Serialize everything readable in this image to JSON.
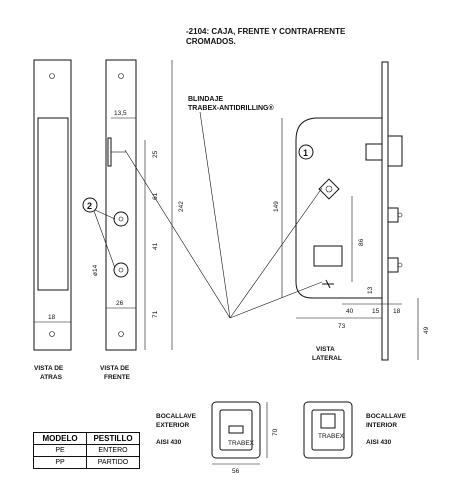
{
  "header": {
    "line1": "-2104: CAJA, FRENTE Y CONTRAFRENTE",
    "line2": "CROMADOS."
  },
  "blindaje": {
    "line1": "BLINDAJE",
    "line2": "TRABEX-ANTIDRILLING®"
  },
  "callouts": {
    "one": "1",
    "two": "2"
  },
  "views": {
    "atras": {
      "line1": "VISTA DE",
      "line2": "ATRAS"
    },
    "frente": {
      "line1": "VISTA DE",
      "line2": "FRENTE"
    },
    "lateral": {
      "line1": "VISTA",
      "line2": "LATERAL"
    }
  },
  "dims": {
    "d13_5": "13,5",
    "d25": "25",
    "d61": "61",
    "d41": "41",
    "d242": "242",
    "d14": "ø14",
    "d71": "71",
    "d18": "18",
    "d26": "26",
    "d149": "149",
    "d86": "86",
    "d13": "13",
    "d40": "40",
    "d15": "15",
    "d18b": "18",
    "d73": "73",
    "d49": "49",
    "d70": "70",
    "d56": "56"
  },
  "bocallave_ext": {
    "line1": "BOCALLAVE",
    "line2": "EXTERIOR",
    "line3": "AISI 430",
    "brand": "TRABEX"
  },
  "bocallave_int": {
    "line1": "BOCALLAVE",
    "line2": "INTERIOR",
    "line3": "AISI 430",
    "brand": "TRABEX"
  },
  "table": {
    "headers": [
      "MODELO",
      "PESTILLO"
    ],
    "rows": [
      [
        "PE",
        "ENTERO"
      ],
      [
        "PP",
        "PARTIDO"
      ]
    ]
  }
}
